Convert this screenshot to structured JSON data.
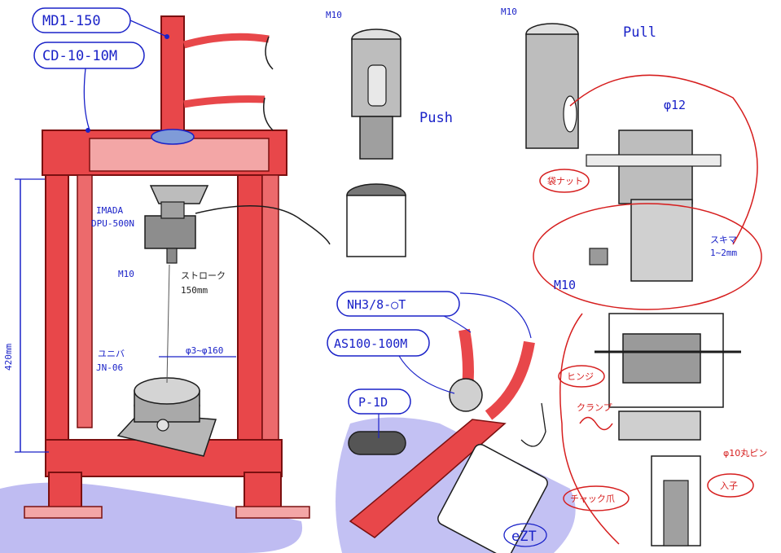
{
  "colors": {
    "frame_red": "#e8474a",
    "frame_pink": "#f3a6a6",
    "ink_blue": "#1a22c8",
    "ink_red": "#d61e1e",
    "ink_black": "#1c1c1c",
    "metal_grey": "#9a9a9a",
    "floor_blue": "#a9a6ee"
  },
  "labels": {
    "md1": "MD1-150",
    "cd": "CD-10-10M",
    "imada_1": "IMADA",
    "imada_2": "DPU-500N",
    "m10_left": "M10",
    "stroke_1": "ストローク",
    "stroke_2": "150mm",
    "height": "420mm",
    "jn_1": "ユニバ",
    "jn_2": "JN-06",
    "dia": "φ3~φ160",
    "m10_top_mid": "M10",
    "push": "Push",
    "m10_top_right": "M10",
    "pull": "Pull",
    "phi12": "φ12",
    "fukuro": "袋ナット",
    "sukima_1": "スキマ",
    "sukima_2": "1~2mm",
    "m10_mid": "M10",
    "nh3": "NH3/8-○T",
    "as100": "AS100-100M",
    "p1d": "P-1D",
    "ezt": "eZT",
    "hinge": "ヒンジ",
    "clamp": "クランプ",
    "pin": "φ10丸ピン",
    "chuck": "チャック爪",
    "iriko": "入子"
  }
}
